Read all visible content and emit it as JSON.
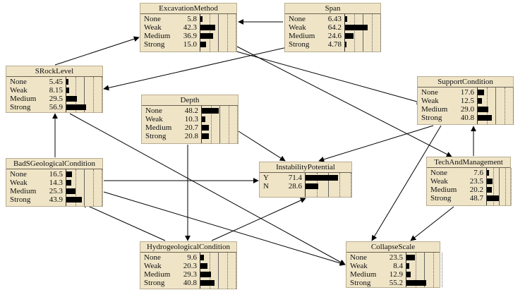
{
  "nodes": [
    {
      "id": "excavation",
      "title": "ExcavationMethod",
      "states": [
        {
          "label": "None",
          "value": "5.8",
          "pct": 5.8
        },
        {
          "label": "Weak",
          "value": "42.3",
          "pct": 42.3
        },
        {
          "label": "Medium",
          "value": "36.9",
          "pct": 36.9
        },
        {
          "label": "Strong",
          "value": "15.0",
          "pct": 15.0
        }
      ]
    },
    {
      "id": "span",
      "title": "Span",
      "states": [
        {
          "label": "None",
          "value": "6.43",
          "pct": 6.43
        },
        {
          "label": "Weak",
          "value": "64.2",
          "pct": 64.2
        },
        {
          "label": "Medium",
          "value": "24.6",
          "pct": 24.6
        },
        {
          "label": "Strong",
          "value": "4.78",
          "pct": 4.78
        }
      ]
    },
    {
      "id": "srock",
      "title": "SRockLevel",
      "states": [
        {
          "label": "None",
          "value": "5.45",
          "pct": 5.45
        },
        {
          "label": "Weak",
          "value": "8.15",
          "pct": 8.15
        },
        {
          "label": "Medium",
          "value": "29.5",
          "pct": 29.5
        },
        {
          "label": "Strong",
          "value": "56.9",
          "pct": 56.9
        }
      ]
    },
    {
      "id": "depth",
      "title": "Depth",
      "states": [
        {
          "label": "None",
          "value": "48.2",
          "pct": 48.2
        },
        {
          "label": "Weak",
          "value": "10.3",
          "pct": 10.3
        },
        {
          "label": "Medium",
          "value": "20.7",
          "pct": 20.7
        },
        {
          "label": "Strong",
          "value": "20.8",
          "pct": 20.8
        }
      ]
    },
    {
      "id": "support",
      "title": "SupportCondition",
      "states": [
        {
          "label": "None",
          "value": "17.6",
          "pct": 17.6
        },
        {
          "label": "Weak",
          "value": "12.5",
          "pct": 12.5
        },
        {
          "label": "Medium",
          "value": "29.0",
          "pct": 29.0
        },
        {
          "label": "Strong",
          "value": "40.8",
          "pct": 40.8
        }
      ]
    },
    {
      "id": "badgeo",
      "title": "BadSGeologicalCondition",
      "states": [
        {
          "label": "None",
          "value": "16.5",
          "pct": 16.5
        },
        {
          "label": "Weak",
          "value": "14.3",
          "pct": 14.3
        },
        {
          "label": "Medium",
          "value": "25.3",
          "pct": 25.3
        },
        {
          "label": "Strong",
          "value": "43.9",
          "pct": 43.9
        }
      ]
    },
    {
      "id": "instab",
      "title": "InstabilityPotential",
      "states": [
        {
          "label": "Y",
          "value": "71.4",
          "pct": 71.4
        },
        {
          "label": "N",
          "value": "28.6",
          "pct": 28.6
        }
      ]
    },
    {
      "id": "tech",
      "title": "TechAndManagement",
      "states": [
        {
          "label": "None",
          "value": "7.6",
          "pct": 7.6
        },
        {
          "label": "Weak",
          "value": "23.5",
          "pct": 23.5
        },
        {
          "label": "Medium",
          "value": "20.2",
          "pct": 20.2
        },
        {
          "label": "Strong",
          "value": "48.7",
          "pct": 48.7
        }
      ]
    },
    {
      "id": "hydro",
      "title": "HydrogeologicalCondition",
      "states": [
        {
          "label": "None",
          "value": "9.6",
          "pct": 9.6
        },
        {
          "label": "Weak",
          "value": "20.3",
          "pct": 20.3
        },
        {
          "label": "Medium",
          "value": "29.3",
          "pct": 29.3
        },
        {
          "label": "Strong",
          "value": "40.8",
          "pct": 40.8
        }
      ]
    },
    {
      "id": "collapse",
      "title": "CollapseScale",
      "states": [
        {
          "label": "None",
          "value": "23.5",
          "pct": 23.5
        },
        {
          "label": "Weak",
          "value": "8.4",
          "pct": 8.4
        },
        {
          "label": "Medium",
          "value": "12.9",
          "pct": 12.9
        },
        {
          "label": "Strong",
          "value": "55.2",
          "pct": 55.2
        }
      ]
    }
  ],
  "edges": [
    {
      "from": "span",
      "to": "excavation"
    },
    {
      "from": "srock",
      "to": "excavation"
    },
    {
      "from": "span",
      "to": "srock"
    },
    {
      "from": "excavation",
      "to": "support"
    },
    {
      "from": "excavation",
      "to": "tech"
    },
    {
      "from": "badgeo",
      "to": "srock"
    },
    {
      "from": "srock",
      "to": "collapse"
    },
    {
      "from": "depth",
      "to": "instab"
    },
    {
      "from": "depth",
      "to": "hydro"
    },
    {
      "from": "support",
      "to": "instab"
    },
    {
      "from": "support",
      "to": "collapse"
    },
    {
      "from": "badgeo",
      "to": "instab"
    },
    {
      "from": "badgeo",
      "to": "collapse"
    },
    {
      "from": "hydro",
      "to": "badgeo"
    },
    {
      "from": "hydro",
      "to": "instab"
    },
    {
      "from": "tech",
      "to": "support"
    },
    {
      "from": "tech",
      "to": "collapse"
    }
  ]
}
